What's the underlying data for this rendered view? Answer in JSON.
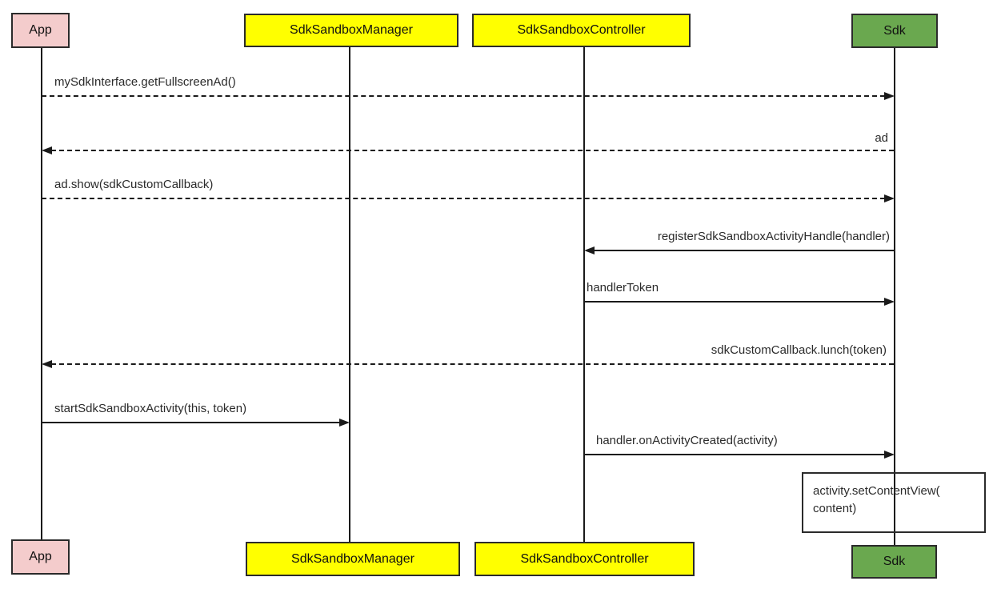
{
  "diagram_type": "uml-sequence-diagram",
  "colors": {
    "app_box": "#f4cccc",
    "manager_box": "#ffff00",
    "controller_box": "#ffff00",
    "sdk_box": "#6aa84f",
    "line": "#1a1a1a",
    "background": "#ffffff"
  },
  "actors": [
    {
      "name": "App"
    },
    {
      "name": "SdkSandboxManager"
    },
    {
      "name": "SdkSandboxController"
    },
    {
      "name": "Sdk"
    }
  ],
  "messages": [
    {
      "label": "mySdkInterface.getFullscreenAd()",
      "from": "App",
      "to": "Sdk",
      "style": "dashed"
    },
    {
      "label": "ad",
      "from": "Sdk",
      "to": "App",
      "style": "dashed"
    },
    {
      "label": "ad.show(sdkCustomCallback)",
      "from": "App",
      "to": "Sdk",
      "style": "dashed"
    },
    {
      "label": "registerSdkSandboxActivityHandle(handler)",
      "from": "Sdk",
      "to": "SdkSandboxController",
      "style": "solid"
    },
    {
      "label": "handlerToken",
      "from": "SdkSandboxController",
      "to": "Sdk",
      "style": "solid"
    },
    {
      "label": "sdkCustomCallback.lunch(token)",
      "from": "Sdk",
      "to": "App",
      "style": "dashed"
    },
    {
      "label": "startSdkSandboxActivity(this, token)",
      "from": "App",
      "to": "SdkSandboxManager",
      "style": "solid"
    },
    {
      "label": "handler.onActivityCreated(activity)",
      "from": "SdkSandboxController",
      "to": "Sdk",
      "style": "solid"
    }
  ],
  "note": {
    "line1": "activity.setContentView(",
    "line2": "content)"
  }
}
